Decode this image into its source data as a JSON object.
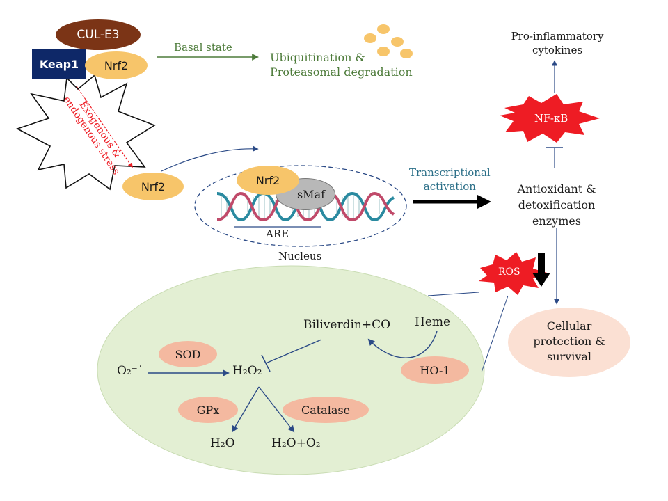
{
  "basal": {
    "cul_e3": "CUL-E3",
    "keap1": "Keap1",
    "nrf2": "Nrf2",
    "basal_state": "Basal state",
    "ubiquitination_line1": "Ubiquitination &",
    "ubiquitination_line2": "Proteasomal degradation"
  },
  "stress": {
    "text": "Exogenous & endogenous stress"
  },
  "nucleus": {
    "nrf2_free": "Nrf2",
    "nrf2_bound": "Nrf2",
    "smaf": "sMaf",
    "are": "ARE",
    "label": "Nucleus",
    "transcriptional_line1": "Transcriptional",
    "transcriptional_line2": "activation"
  },
  "outcomes": {
    "antioxidant_line1": "Antioxidant &",
    "antioxidant_line2": "detoxification",
    "antioxidant_line3": "enzymes",
    "nfkb": "NF-κB",
    "proinflammatory_line1": "Pro-inflammatory",
    "proinflammatory_line2": "cytokines",
    "ros": "ROS",
    "cellular_line1": "Cellular",
    "cellular_line2": "protection &",
    "cellular_line3": "survival"
  },
  "pathway": {
    "superoxide": "O₂⁻˙",
    "sod": "SOD",
    "h2o2": "H₂O₂",
    "gpx": "GPx",
    "catalase": "Catalase",
    "h2o": "H₂O",
    "h2o_o2": "H₂O+O₂",
    "biliverdin": "Biliverdin+CO",
    "heme": "Heme",
    "ho1": "HO-1"
  },
  "colors": {
    "cul_e3": "#7b3416",
    "keap1": "#0e2868",
    "nrf2": "#f7c56a",
    "green_text": "#4d7b3a",
    "navy_arrow": "#2b4a86",
    "teal_text": "#2b6f88",
    "burst_red": "#ee1c24",
    "pale_green": "#e3efd3",
    "salmon": "#f4b9a0",
    "peach": "#fbe0d3"
  }
}
